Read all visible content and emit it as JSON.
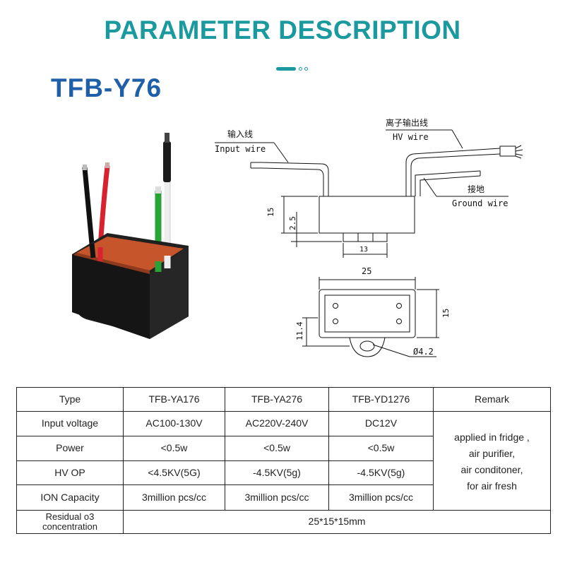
{
  "header": {
    "title": "PARAMETER DESCRIPTION",
    "model": "TFB-Y76"
  },
  "colors": {
    "title": "#1a9a9e",
    "model": "#1f5fa8",
    "housing": "#1c1c1c",
    "potting": "#c7552c"
  },
  "drawing": {
    "input_wire_cn": "输入线",
    "input_wire_en": "Input wire",
    "hv_wire_cn": "离子输出线",
    "hv_wire_en": "HV wire",
    "ground_wire_cn": "接地",
    "ground_wire_en": "Ground wire",
    "dim_15_side": "15",
    "dim_2_5": "2.5",
    "dim_13": "13",
    "dim_25": "25",
    "dim_15_top": "15",
    "dim_11_4": "11.4",
    "dim_hole": "Ø4.2"
  },
  "table": {
    "header": [
      "Type",
      "TFB-YA176",
      "TFB-YA276",
      "TFB-YD1276",
      "Remark"
    ],
    "rows": [
      {
        "label": "Input voltage",
        "values": [
          "AC100-130V",
          "AC220V-240V",
          "DC12V"
        ]
      },
      {
        "label": "Power",
        "values": [
          "<0.5w",
          "<0.5w",
          "<0.5w"
        ]
      },
      {
        "label": "HV OP",
        "values": [
          "<4.5KV(5G)",
          "-4.5KV(5g)",
          "-4.5KV(5g)"
        ]
      },
      {
        "label": "ION Capacity",
        "values": [
          "3million pcs/cc",
          "3million pcs/cc",
          "3million pcs/cc"
        ]
      }
    ],
    "remark_lines": [
      "applied in  fridge ,",
      "air purifier,",
      "air conditoner,",
      "for air fresh"
    ],
    "last_row": {
      "label_line1": "Residual o3",
      "label_line2": "concentration",
      "value": "25*15*15mm"
    }
  }
}
